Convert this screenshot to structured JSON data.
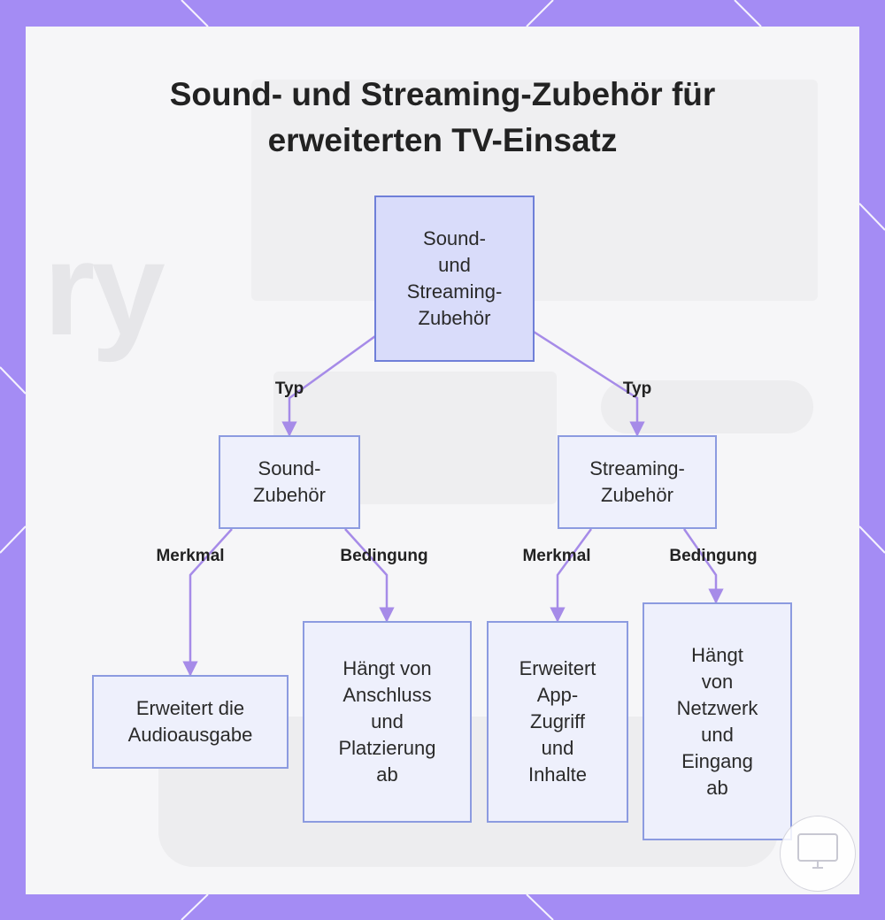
{
  "title": {
    "line1": "Sound- und Streaming-Zubehör für",
    "line2": "erweiterten TV-Einsatz"
  },
  "colors": {
    "frame": "#a48cf4",
    "edge": "#a68be8",
    "node_border": "#8c9be0",
    "node_fill": "#eef0fc",
    "root_fill": "#d9dcfa"
  },
  "nodes": {
    "root": "Sound-\nund\nStreaming-\nZubehör",
    "sound": "Sound-\nZubehör",
    "streaming": "Streaming-\nZubehör",
    "sound_feature": "Erweitert die\nAudioausgabe",
    "sound_condition": "Hängt von\nAnschluss\nund\nPlatzierung\nab",
    "streaming_feature": "Erweitert\nApp-\nZugriff\nund\nInhalte",
    "streaming_condition": "Hängt\nvon\nNetzwerk\nund\nEingang\nab"
  },
  "edges": {
    "typ_left": "Typ",
    "typ_right": "Typ",
    "merkmal_left": "Merkmal",
    "bedingung_left": "Bedingung",
    "merkmal_right": "Merkmal",
    "bedingung_right": "Bedingung"
  },
  "watermark_icon": "tv-icon"
}
